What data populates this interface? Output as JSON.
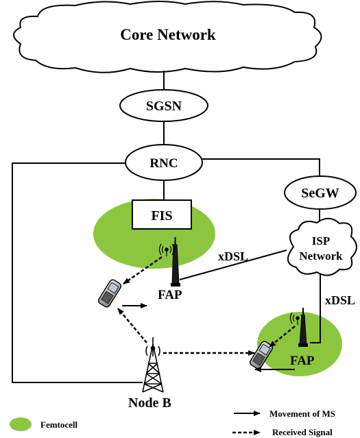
{
  "nodes": {
    "core": "Core Network",
    "sgsn": "SGSN",
    "rnc": "RNC",
    "segw": "SeGW",
    "fis": "FIS",
    "isp_line1": "ISP",
    "isp_line2": "Network",
    "fap_left": "FAP",
    "fap_right": "FAP",
    "node_b": "Node B"
  },
  "links": {
    "xdsl_left": "xDSL",
    "xdsl_right": "xDSL"
  },
  "legend": {
    "femtocell": "Femtocell",
    "movement": "Movement of MS",
    "received": "Received Signal"
  },
  "colors": {
    "femtocell": "#8cc63f"
  }
}
